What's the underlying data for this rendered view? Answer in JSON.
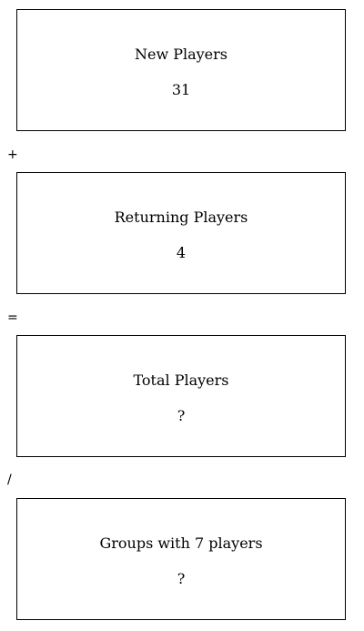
{
  "boxes": [
    {
      "label": "New Players",
      "value": "31"
    },
    {
      "label": "Returning Players",
      "value": "4"
    },
    {
      "label": "Total Players",
      "value": "?"
    },
    {
      "label": "Groups with 7 players",
      "value": "?"
    }
  ],
  "operators": [
    "+",
    "=",
    "/"
  ]
}
